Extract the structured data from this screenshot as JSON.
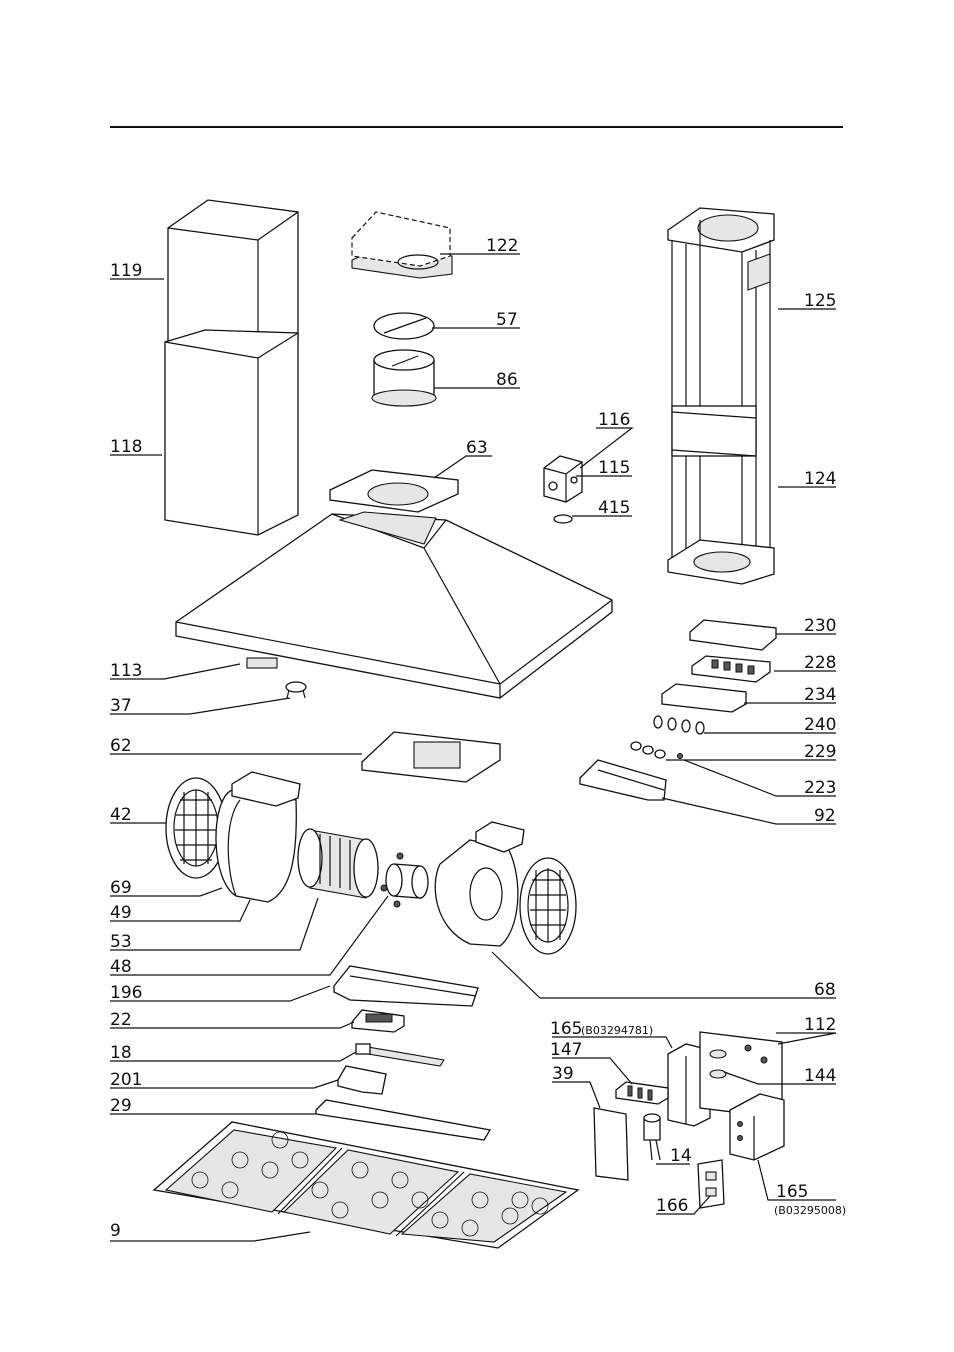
{
  "labels": {
    "p119": "119",
    "p122": "122",
    "p125": "125",
    "p57": "57",
    "p86": "86",
    "p118": "118",
    "p116": "116",
    "p63": "63",
    "p115": "115",
    "p124": "124",
    "p415": "415",
    "p230": "230",
    "p228": "228",
    "p113": "113",
    "p234": "234",
    "p37": "37",
    "p240": "240",
    "p62": "62",
    "p229": "229",
    "p223": "223",
    "p42": "42",
    "p92": "92",
    "p69": "69",
    "p49": "49",
    "p53": "53",
    "p48": "48",
    "p196": "196",
    "p68": "68",
    "p22": "22",
    "p165a": "165",
    "p165a_code": "(B03294781)",
    "p112": "112",
    "p147": "147",
    "p18": "18",
    "p144": "144",
    "p201": "201",
    "p39": "39",
    "p29": "29",
    "p14": "14",
    "p165b": "165",
    "p166": "166",
    "p165b_code": "(B03295008)",
    "p9": "9"
  }
}
